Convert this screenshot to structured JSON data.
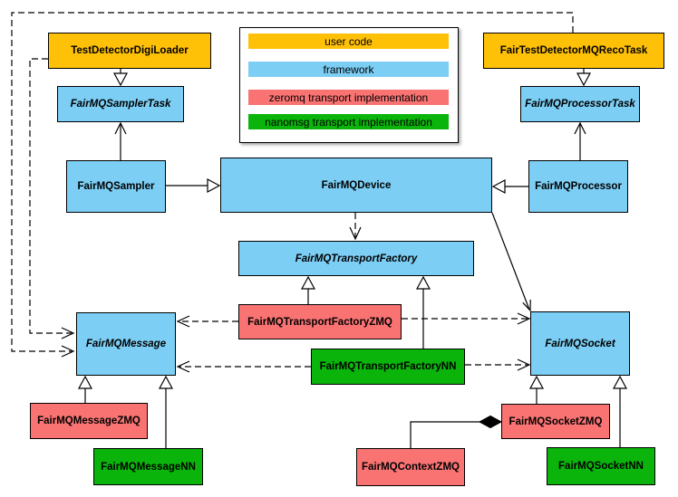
{
  "legend": {
    "items": [
      {
        "label": "user code",
        "color": "#FFC107"
      },
      {
        "label": "framework",
        "color": "#7CCEF4"
      },
      {
        "label": "zeromq transport implementation",
        "color": "#FA7373"
      },
      {
        "label": "nanomsg transport implementation",
        "color": "#0BB40B"
      }
    ]
  },
  "nodes": {
    "test_detector_digi_loader": {
      "label": "TestDetectorDigiLoader",
      "category": "user code",
      "abstract": false
    },
    "fair_test_detector_mq_reco_task": {
      "label": "FairTestDetectorMQRecoTask",
      "category": "user code",
      "abstract": false
    },
    "fairmq_sampler_task": {
      "label": "FairMQSamplerTask",
      "category": "framework",
      "abstract": true
    },
    "fairmq_processor_task": {
      "label": "FairMQProcessorTask",
      "category": "framework",
      "abstract": true
    },
    "fairmq_sampler": {
      "label": "FairMQSampler",
      "category": "framework",
      "abstract": false
    },
    "fairmq_device": {
      "label": "FairMQDevice",
      "category": "framework",
      "abstract": false
    },
    "fairmq_processor": {
      "label": "FairMQProcessor",
      "category": "framework",
      "abstract": false
    },
    "fairmq_transport_factory": {
      "label": "FairMQTransportFactory",
      "category": "framework",
      "abstract": true
    },
    "fairmq_transport_factory_zmq": {
      "label": "FairMQTransportFactoryZMQ",
      "category": "zeromq",
      "abstract": false
    },
    "fairmq_transport_factory_nn": {
      "label": "FairMQTransportFactoryNN",
      "category": "nanomsg",
      "abstract": false
    },
    "fairmq_message": {
      "label": "FairMQMessage",
      "category": "framework",
      "abstract": true
    },
    "fairmq_socket": {
      "label": "FairMQSocket",
      "category": "framework",
      "abstract": true
    },
    "fairmq_message_zmq": {
      "label": "FairMQMessageZMQ",
      "category": "zeromq",
      "abstract": false
    },
    "fairmq_message_nn": {
      "label": "FairMQMessageNN",
      "category": "nanomsg",
      "abstract": false
    },
    "fairmq_socket_zmq": {
      "label": "FairMQSocketZMQ",
      "category": "zeromq",
      "abstract": false
    },
    "fairmq_socket_nn": {
      "label": "FairMQSocketNN",
      "category": "nanomsg",
      "abstract": false
    },
    "fairmq_context_zmq": {
      "label": "FairMQContextZMQ",
      "category": "zeromq",
      "abstract": false
    }
  },
  "relationships": [
    {
      "from": "TestDetectorDigiLoader",
      "to": "FairMQSamplerTask",
      "type": "inheritance"
    },
    {
      "from": "FairTestDetectorMQRecoTask",
      "to": "FairMQProcessorTask",
      "type": "inheritance"
    },
    {
      "from": "FairMQSampler",
      "to": "FairMQDevice",
      "type": "inheritance"
    },
    {
      "from": "FairMQProcessor",
      "to": "FairMQDevice",
      "type": "inheritance"
    },
    {
      "from": "FairMQTransportFactoryZMQ",
      "to": "FairMQTransportFactory",
      "type": "inheritance"
    },
    {
      "from": "FairMQTransportFactoryNN",
      "to": "FairMQTransportFactory",
      "type": "inheritance"
    },
    {
      "from": "FairMQMessageZMQ",
      "to": "FairMQMessage",
      "type": "inheritance"
    },
    {
      "from": "FairMQMessageNN",
      "to": "FairMQMessage",
      "type": "inheritance"
    },
    {
      "from": "FairMQSocketZMQ",
      "to": "FairMQSocket",
      "type": "inheritance"
    },
    {
      "from": "FairMQSocketNN",
      "to": "FairMQSocket",
      "type": "inheritance"
    },
    {
      "from": "FairMQSampler",
      "to": "FairMQSamplerTask",
      "type": "association"
    },
    {
      "from": "FairMQProcessor",
      "to": "FairMQProcessorTask",
      "type": "association"
    },
    {
      "from": "FairMQDevice",
      "to": "FairMQSocket",
      "type": "association"
    },
    {
      "from": "FairMQDevice",
      "to": "FairMQTransportFactory",
      "type": "dependency"
    },
    {
      "from": "FairMQTransportFactoryZMQ",
      "to": "FairMQMessage",
      "type": "dependency"
    },
    {
      "from": "FairMQTransportFactoryZMQ",
      "to": "FairMQSocket",
      "type": "dependency"
    },
    {
      "from": "FairMQTransportFactoryNN",
      "to": "FairMQMessage",
      "type": "dependency"
    },
    {
      "from": "FairMQTransportFactoryNN",
      "to": "FairMQSocket",
      "type": "dependency"
    },
    {
      "from": "TestDetectorDigiLoader",
      "to": "FairMQMessage",
      "type": "dependency"
    },
    {
      "from": "FairTestDetectorMQRecoTask",
      "to": "FairMQMessage",
      "type": "dependency"
    },
    {
      "from": "FairMQContextZMQ",
      "to": "FairMQSocketZMQ",
      "type": "composition"
    }
  ],
  "colors": {
    "user_code": "#FFC107",
    "framework": "#7CCEF4",
    "zeromq": "#FA7373",
    "nanomsg": "#0BB40B",
    "border": "#000000",
    "background": "#FFFFFF"
  }
}
